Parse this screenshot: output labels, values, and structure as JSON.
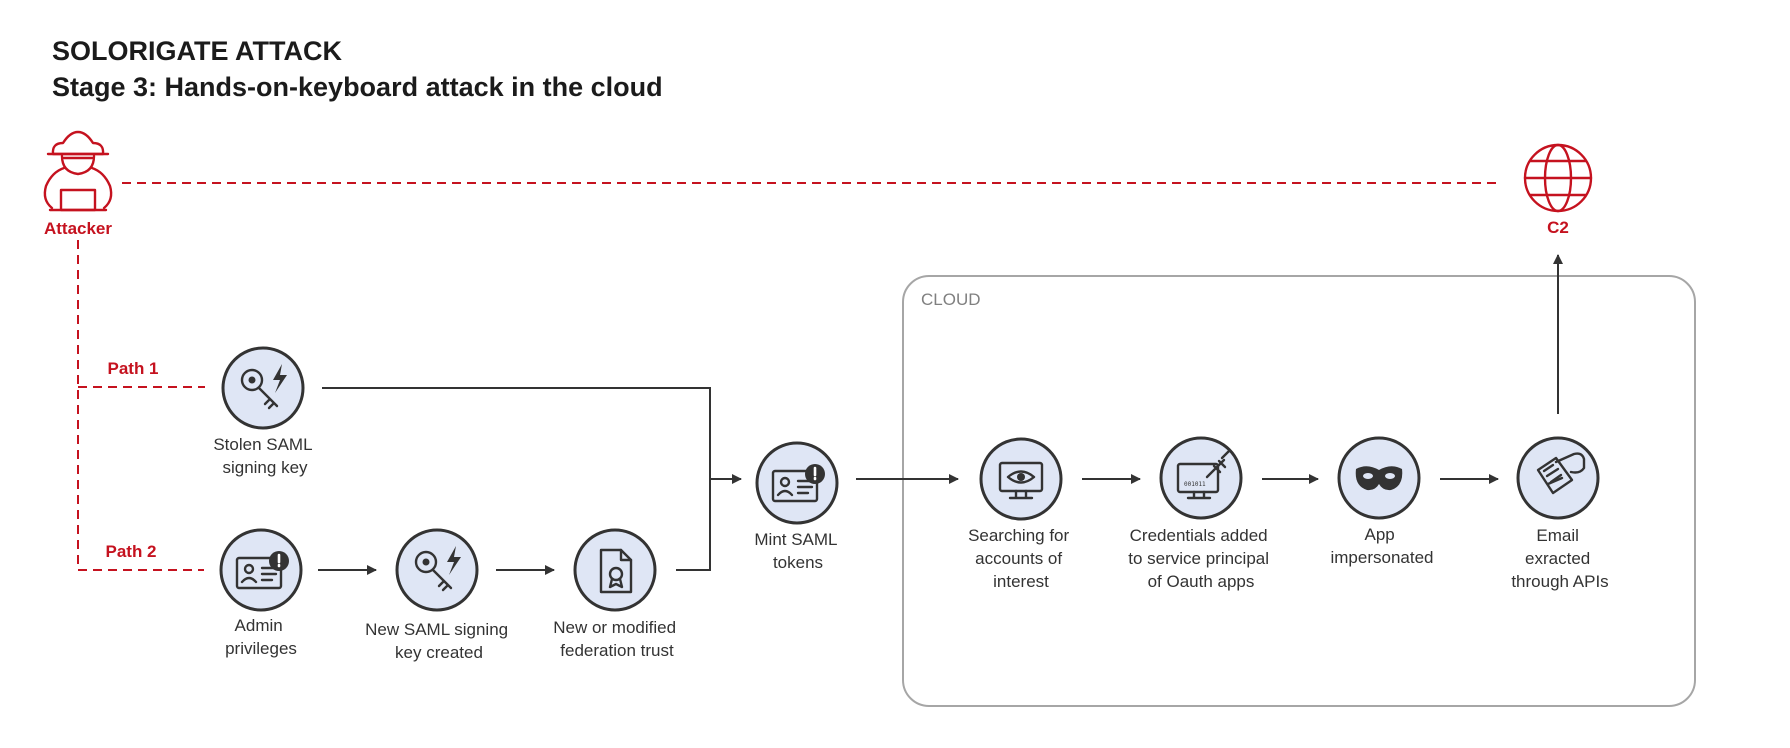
{
  "header": {
    "title": "SOLORIGATE ATTACK",
    "subtitle": "Stage 3: Hands-on-keyboard attack in the cloud"
  },
  "actors": {
    "attacker": "Attacker",
    "c2": "C2"
  },
  "paths": {
    "path1": "Path 1",
    "path2": "Path 2"
  },
  "cloud": {
    "label": "CLOUD"
  },
  "nodes": {
    "stolen_key": [
      "Stolen SAML",
      "signing key"
    ],
    "admin_priv": [
      "Admin",
      "privileges"
    ],
    "new_key": [
      "New SAML signing",
      "key created"
    ],
    "federation": [
      "New or modified",
      "federation trust"
    ],
    "mint": [
      "Mint SAML",
      "tokens"
    ],
    "searching": [
      "Searching for",
      "accounts of",
      "interest"
    ],
    "credentials": [
      "Credentials added",
      "to service principal",
      "of Oauth apps"
    ],
    "impersonated": [
      "App",
      "impersonated"
    ],
    "email": [
      "Email",
      "exracted",
      "through APIs"
    ]
  },
  "icon_names": {
    "stolen_key": "key-lightning-icon",
    "admin_priv": "id-card-alert-icon",
    "new_key": "key-lightning-icon",
    "federation": "certificate-document-icon",
    "mint": "id-card-alert-icon",
    "searching": "monitor-eye-icon",
    "credentials": "monitor-syringe-icon",
    "impersonated": "mask-icon",
    "email": "hand-document-icon",
    "attacker": "hooded-hacker-icon",
    "c2": "globe-icon"
  },
  "colors": {
    "attacker_red": "#c5121f",
    "node_fill": "#dfe6f5",
    "line": "#333333",
    "cloud_border": "#a6a6a6"
  }
}
